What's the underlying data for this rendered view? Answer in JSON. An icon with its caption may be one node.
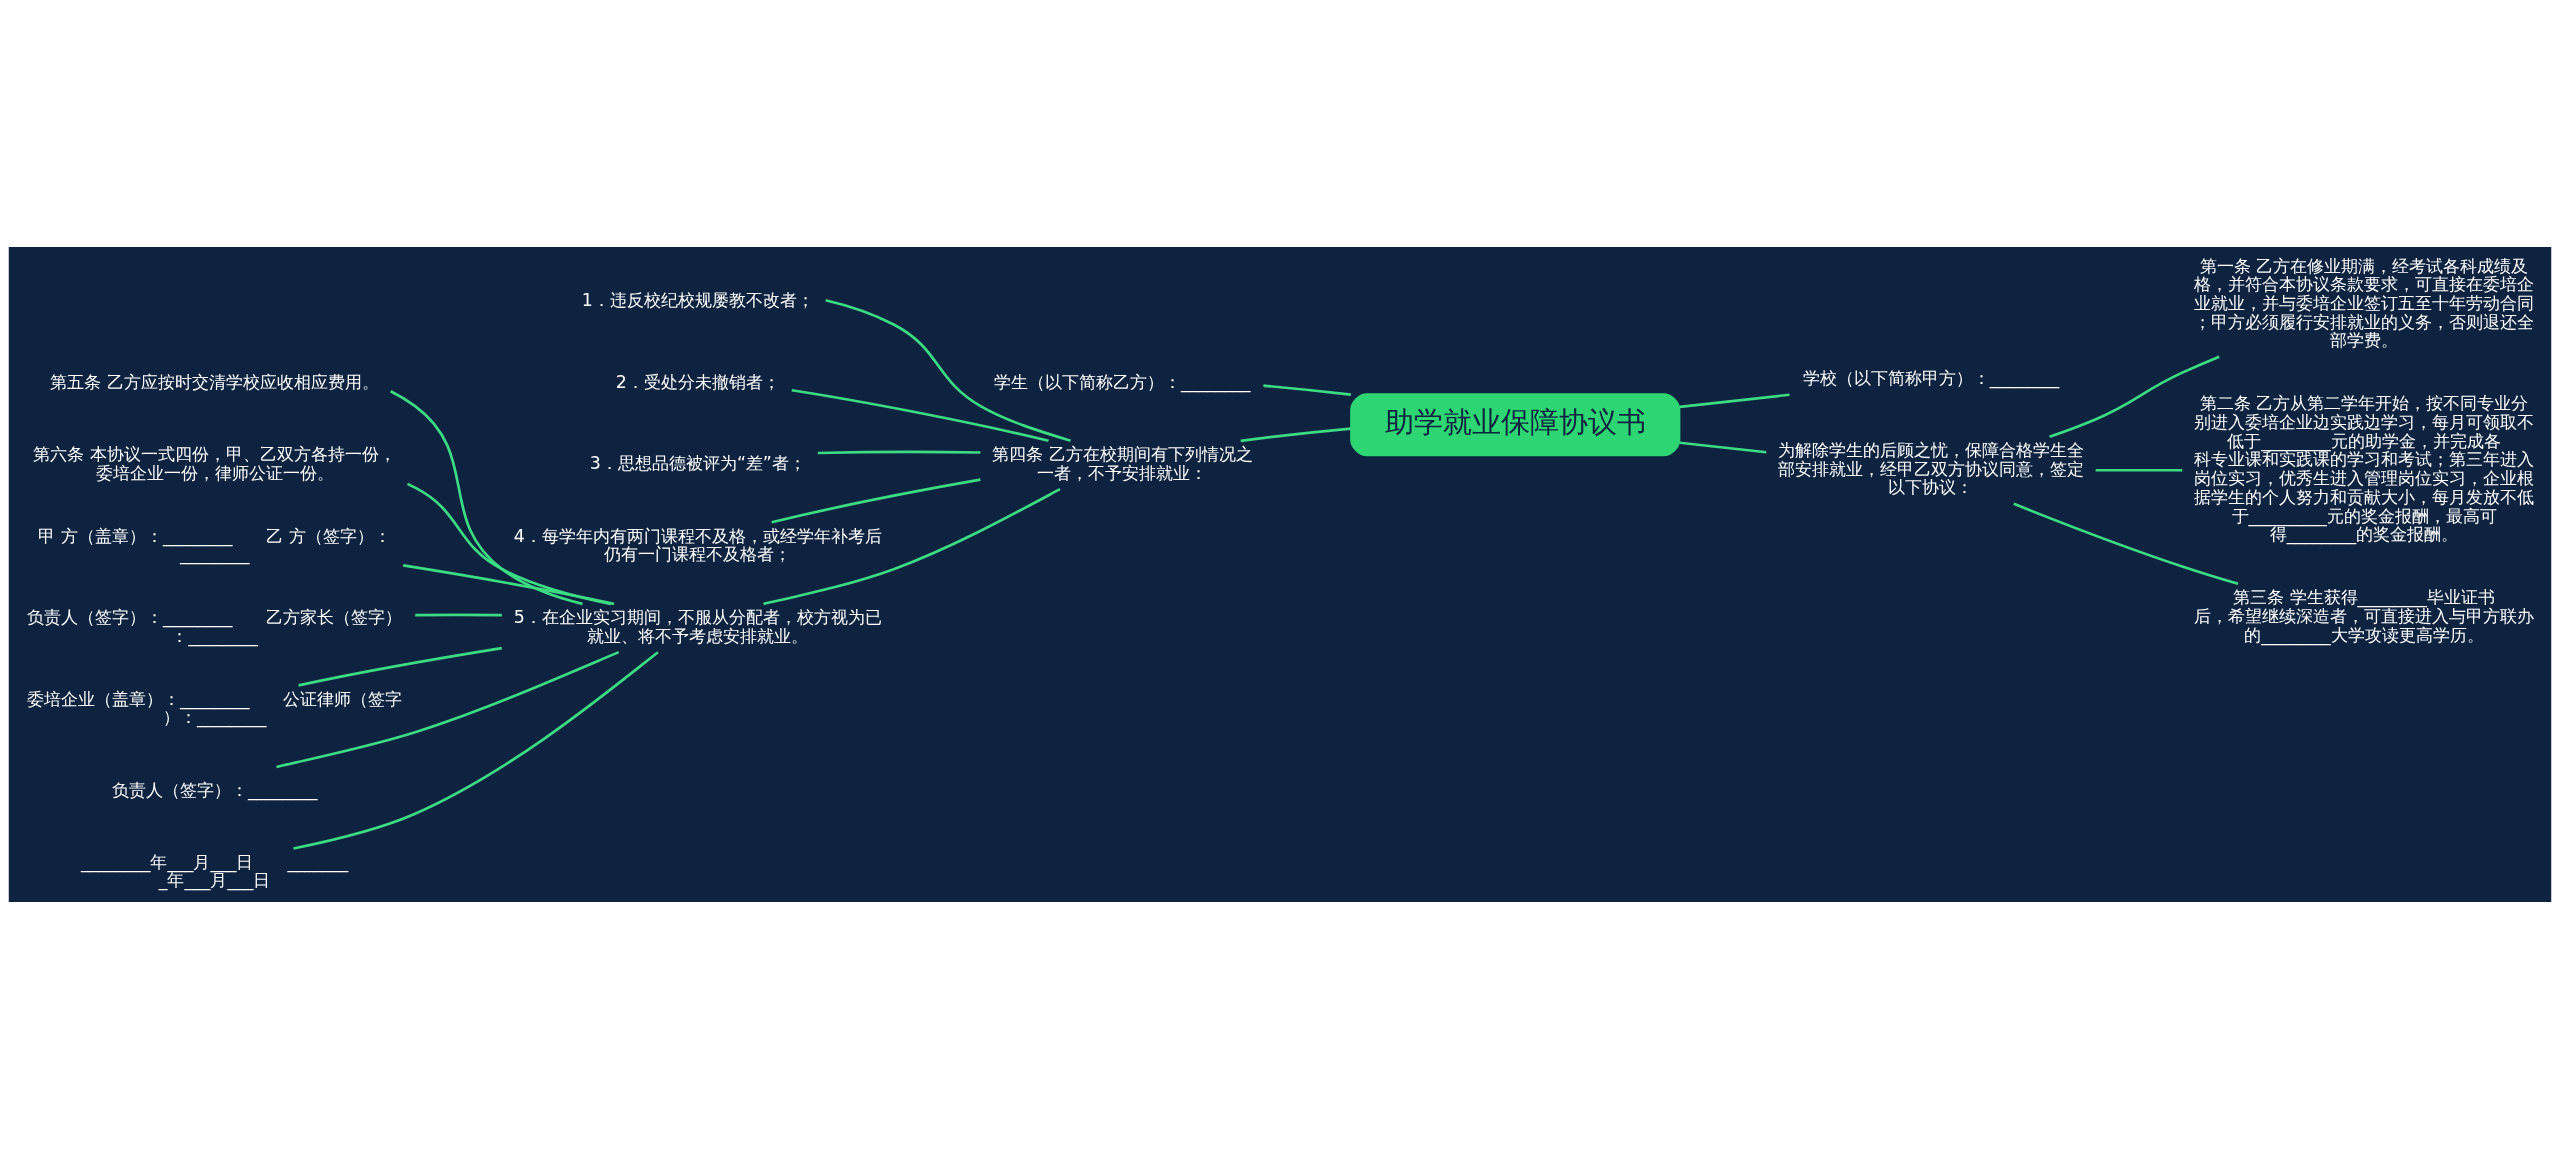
{
  "diagram": {
    "nodes": [
      {
        "text": [
          "助学就业保障协议书"
        ]
      },
      {
        "text": [
          "学生（以下简称乙方）：________"
        ]
      },
      {
        "text": [
          "学校（以下简称甲方）：________"
        ]
      },
      {
        "text": [
          "为解除学生的后顾之忧，保障合格学生全部安排就业，经甲乙双方协议同意，签定以下协议："
        ]
      },
      {
        "text": [
          "第一条 乙方在修业期满，经考试各科成绩及格，并符合本协议条款要求，可直接在委培企业就业，并与委培企业签订五至十年劳动合同；甲方必须履行安排就业的义务，否则退还全部学费。"
        ]
      },
      {
        "text": [
          "第二条 乙方从第二学年开始，按不同专业分别进入委培企业边实践边学习，每月可领取不低于________元的助学金，并完成各科专业课和实践课的学习和考试；第三年进入岗位实习，优秀生进入管理岗位实习，企业根据学生的个人努力和贡献大小，每月发放不低于_________元的奖金报酬，最高可得________的奖金报酬。"
        ]
      },
      {
        "text": [
          "第三条 学生获得________毕业证书后，希望继续深造者，可直接进入与甲方联办的________大学攻读更高学历。"
        ]
      },
      {
        "text": [
          "第四条 乙方在校期间有下列情况之一者，不予安排就业："
        ]
      },
      {
        "text": [
          "1．违反校纪校规屡教不改者；"
        ]
      },
      {
        "text": [
          "2．受处分未撤销者；"
        ]
      },
      {
        "text": [
          "3．思想品德被评为“差”者；"
        ]
      },
      {
        "text": [
          "4．每学年内有两门课程不及格，或经学年补考后仍有一门课程不及格者；"
        ]
      },
      {
        "text": [
          "5．在企业实习期间，不服从分配者，校方视为已就业、将不予考虑安排就业。"
        ]
      },
      {
        "text": [
          "第五条 乙方应按时交清学校应收相应费用。"
        ]
      },
      {
        "text": [
          "第六条 本协议一式四份，甲、乙双方各持一份，委培企业一份，律师公证一份。"
        ]
      },
      {
        "text": [
          "甲 方（盖章）：________　　乙 方（签字）：________"
        ]
      },
      {
        "text": [
          "负责人（签字）：________　　乙方家长（签字）：________"
        ]
      },
      {
        "text": [
          "委培企业（盖章）：________　　公证律师（签字）：________"
        ]
      },
      {
        "text": [
          "负责人（签字）：________"
        ]
      },
      {
        "text": [
          "________年___月___日　　________年___月___日"
        ]
      }
    ],
    "edges": [
      {
        "from": 0,
        "to": 1,
        "arrow": "none"
      },
      {
        "from": 0,
        "to": 2,
        "arrow": "none"
      },
      {
        "from": 0,
        "to": 3,
        "arrow": "none"
      },
      {
        "from": 3,
        "to": 4,
        "arrow": "none"
      },
      {
        "from": 3,
        "to": 5,
        "arrow": "none"
      },
      {
        "from": 3,
        "to": 6,
        "arrow": "none"
      },
      {
        "from": 0,
        "to": 7,
        "arrow": "none"
      },
      {
        "from": 7,
        "to": 8,
        "arrow": "none"
      },
      {
        "from": 7,
        "to": 9,
        "arrow": "none"
      },
      {
        "from": 7,
        "to": 10,
        "arrow": "none"
      },
      {
        "from": 7,
        "to": 11,
        "arrow": "none"
      },
      {
        "from": 7,
        "to": 12,
        "arrow": "none"
      },
      {
        "from": 12,
        "to": 13,
        "arrow": "none"
      },
      {
        "from": 12,
        "to": 14,
        "arrow": "none"
      },
      {
        "from": 12,
        "to": 15,
        "arrow": "none"
      },
      {
        "from": 12,
        "to": 16,
        "arrow": "none"
      },
      {
        "from": 12,
        "to": 17,
        "arrow": "none"
      },
      {
        "from": 12,
        "to": 18,
        "arrow": "none"
      },
      {
        "from": 12,
        "to": 19,
        "arrow": "none"
      }
    ]
  }
}
